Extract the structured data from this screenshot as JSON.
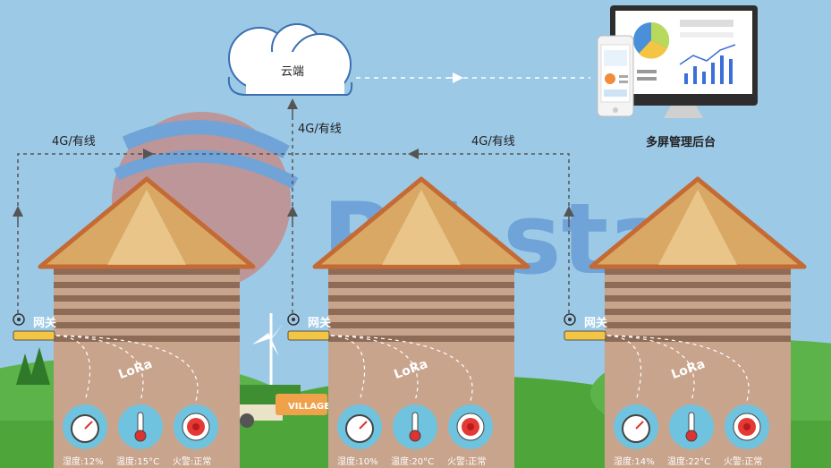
{
  "cloud": {
    "label": "云端"
  },
  "dashboard": {
    "label": "多屏管理后台"
  },
  "links": [
    {
      "label": "4G/有线"
    },
    {
      "label": "4G/有线"
    },
    {
      "label": "4G/有线"
    }
  ],
  "watermark": "RF-star",
  "village_sign": "VILLAGE",
  "houses": [
    {
      "gateway": "网关",
      "radio": "LoRa",
      "humidity": "湿度:12%",
      "temperature": "温度:15°C",
      "fire": "火警:正常"
    },
    {
      "gateway": "网关",
      "radio": "LoRa",
      "humidity": "湿度:10%",
      "temperature": "温度:20°C",
      "fire": "火警:正常"
    },
    {
      "gateway": "网关",
      "radio": "LoRa",
      "humidity": "湿度:14%",
      "temperature": "温度:22°C",
      "fire": "火警:正常"
    }
  ],
  "colors": {
    "sky": "#9cc9e6",
    "grass": "#4ea63a",
    "roof_fill": "#d9a865",
    "roof_edge": "#c46a35",
    "wall": "#c9a48c",
    "stripe": "#8d6b56",
    "sensor_circle": "#6fc3de",
    "dashed_line": "#555555"
  }
}
